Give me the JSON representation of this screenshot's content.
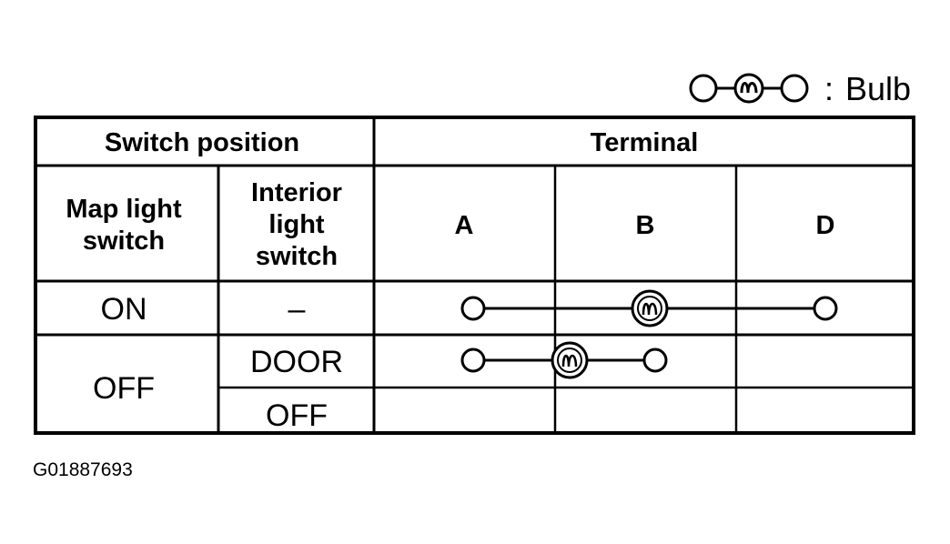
{
  "legend": {
    "symbol_icon": "bulb-symbol-icon",
    "separator": ":",
    "label": "Bulb"
  },
  "table": {
    "switch_position_header": "Switch position",
    "terminal_header": "Terminal",
    "map_light_switch_header": [
      "Map light",
      "switch"
    ],
    "interior_light_switch_header": [
      "Interior",
      "light",
      "switch"
    ],
    "terminal_columns": [
      "A",
      "B",
      "D"
    ],
    "rows": [
      {
        "map_light_switch": "ON",
        "interior_light_switch": "–",
        "circuit": {
          "from": "A",
          "bulb": "B",
          "to": "D"
        }
      },
      {
        "map_light_switch": "OFF",
        "interior_light_switch": "DOOR",
        "circuit": {
          "from": "A",
          "bulb": "A-B",
          "to": "B"
        }
      },
      {
        "map_light_switch": "OFF",
        "interior_light_switch": "OFF",
        "circuit": null
      }
    ]
  },
  "figure_id": "G01887693"
}
